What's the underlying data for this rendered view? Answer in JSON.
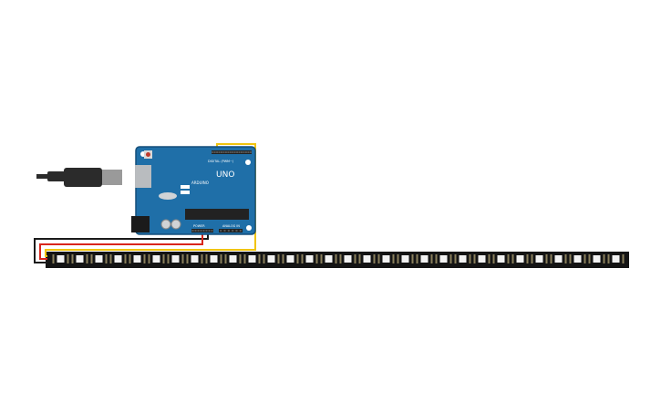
{
  "board": {
    "brand": "ARDUINO",
    "model": "UNO",
    "header_digital": "DIGITAL (PWM~)",
    "header_power": "POWER",
    "header_analog": "ANALOG IN",
    "colors": {
      "board": "#1f6fa8",
      "board_edge": "#154f7a",
      "header": "#222222",
      "usb": "#b9bcbf"
    }
  },
  "usb_cable": {
    "icon": "usb-plug-icon",
    "color": "#2b2b2b"
  },
  "led_strip": {
    "icon": "addressable-led-strip-icon",
    "led_count": 30,
    "colors": {
      "strip": "#141414",
      "led": "#f2f2f2",
      "pad": "#8a7f5c"
    }
  },
  "wires": [
    {
      "role": "data",
      "color": "#f1c40f"
    },
    {
      "role": "power",
      "color": "#d9261c"
    },
    {
      "role": "ground",
      "color": "#1a1a1a"
    }
  ]
}
